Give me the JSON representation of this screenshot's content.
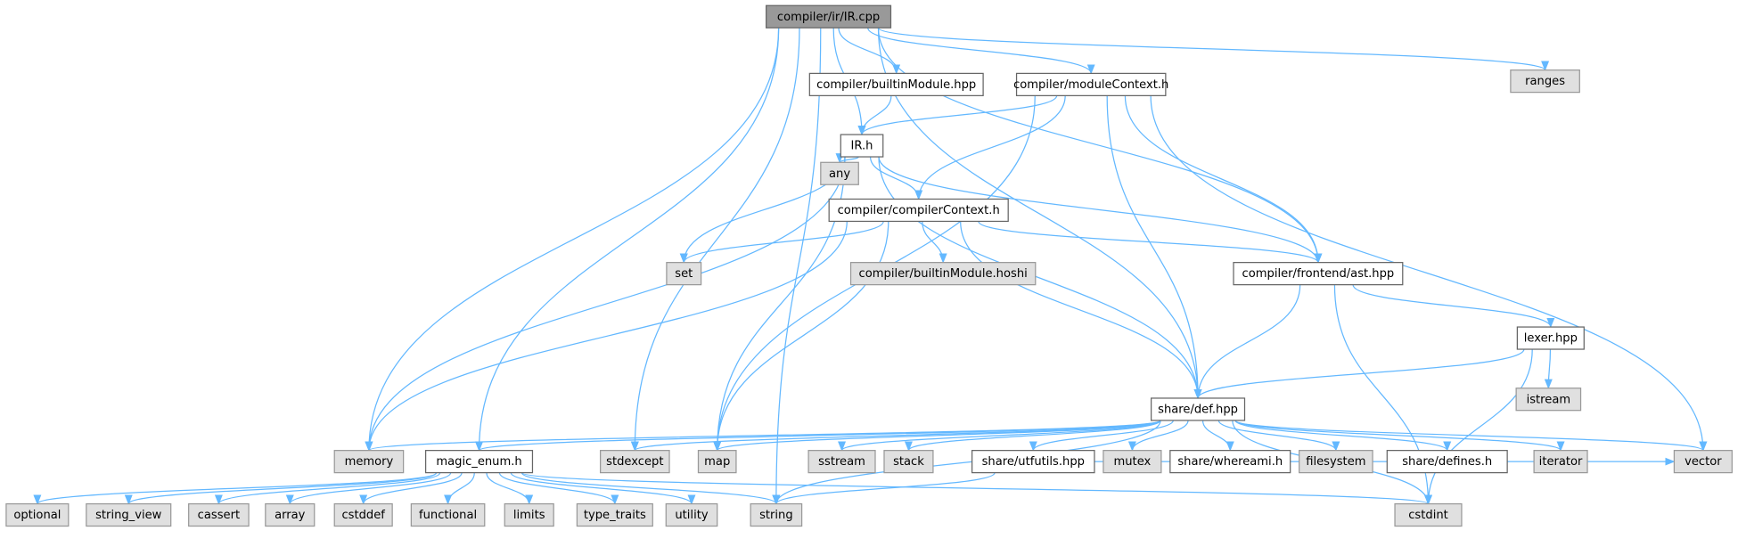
{
  "title": "compiler/ir/IR.cpp",
  "colors": {
    "edge": "#63b8ff",
    "root_fill": "#999999",
    "project_fill": "#ffffff",
    "system_fill": "#e0e0e0",
    "border": "#666666",
    "system_border": "#999999"
  },
  "nodes": [
    {
      "id": "root",
      "label": "compiler/ir/IR.cpp",
      "kind": "root"
    },
    {
      "id": "builtinModule",
      "label": "compiler/builtinModule.hpp",
      "kind": "project"
    },
    {
      "id": "moduleContext",
      "label": "compiler/moduleContext.h",
      "kind": "project"
    },
    {
      "id": "ranges",
      "label": "ranges",
      "kind": "system"
    },
    {
      "id": "irh",
      "label": "IR.h",
      "kind": "project"
    },
    {
      "id": "any",
      "label": "any",
      "kind": "system"
    },
    {
      "id": "compilerContext",
      "label": "compiler/compilerContext.h",
      "kind": "project"
    },
    {
      "id": "set",
      "label": "set",
      "kind": "system"
    },
    {
      "id": "hoshi",
      "label": "compiler/builtinModule.hoshi",
      "kind": "system"
    },
    {
      "id": "ast",
      "label": "compiler/frontend/ast.hpp",
      "kind": "project"
    },
    {
      "id": "lexer",
      "label": "lexer.hpp",
      "kind": "project"
    },
    {
      "id": "istream",
      "label": "istream",
      "kind": "system"
    },
    {
      "id": "def",
      "label": "share/def.hpp",
      "kind": "project"
    },
    {
      "id": "memory",
      "label": "memory",
      "kind": "system"
    },
    {
      "id": "magic",
      "label": "magic_enum.h",
      "kind": "project"
    },
    {
      "id": "stdexcept",
      "label": "stdexcept",
      "kind": "system"
    },
    {
      "id": "map",
      "label": "map",
      "kind": "system"
    },
    {
      "id": "sstream",
      "label": "sstream",
      "kind": "system"
    },
    {
      "id": "stack",
      "label": "stack",
      "kind": "system"
    },
    {
      "id": "utfutils",
      "label": "share/utfutils.hpp",
      "kind": "project"
    },
    {
      "id": "mutex",
      "label": "mutex",
      "kind": "system"
    },
    {
      "id": "whereami",
      "label": "share/whereami.h",
      "kind": "project"
    },
    {
      "id": "filesystem",
      "label": "filesystem",
      "kind": "system"
    },
    {
      "id": "defines",
      "label": "share/defines.h",
      "kind": "project"
    },
    {
      "id": "iterator",
      "label": "iterator",
      "kind": "system"
    },
    {
      "id": "vector",
      "label": "vector",
      "kind": "system"
    },
    {
      "id": "optional",
      "label": "optional",
      "kind": "system"
    },
    {
      "id": "string_view",
      "label": "string_view",
      "kind": "system"
    },
    {
      "id": "cassert",
      "label": "cassert",
      "kind": "system"
    },
    {
      "id": "array",
      "label": "array",
      "kind": "system"
    },
    {
      "id": "cstddef",
      "label": "cstddef",
      "kind": "system"
    },
    {
      "id": "functional",
      "label": "functional",
      "kind": "system"
    },
    {
      "id": "limits",
      "label": "limits",
      "kind": "system"
    },
    {
      "id": "type_traits",
      "label": "type_traits",
      "kind": "system"
    },
    {
      "id": "utility",
      "label": "utility",
      "kind": "system"
    },
    {
      "id": "string",
      "label": "string",
      "kind": "system"
    },
    {
      "id": "cstdint",
      "label": "cstdint",
      "kind": "system"
    }
  ],
  "edges": [
    [
      "root",
      "builtinModule"
    ],
    [
      "root",
      "moduleContext"
    ],
    [
      "root",
      "ranges"
    ],
    [
      "root",
      "irh"
    ],
    [
      "root",
      "memory"
    ],
    [
      "root",
      "magic"
    ],
    [
      "root",
      "string"
    ],
    [
      "root",
      "stdexcept"
    ],
    [
      "root",
      "ast"
    ],
    [
      "root",
      "def"
    ],
    [
      "builtinModule",
      "irh"
    ],
    [
      "moduleContext",
      "irh"
    ],
    [
      "moduleContext",
      "compilerContext"
    ],
    [
      "moduleContext",
      "ast"
    ],
    [
      "moduleContext",
      "def"
    ],
    [
      "moduleContext",
      "map"
    ],
    [
      "moduleContext",
      "vector"
    ],
    [
      "irh",
      "any"
    ],
    [
      "irh",
      "set"
    ],
    [
      "irh",
      "compilerContext"
    ],
    [
      "irh",
      "memory"
    ],
    [
      "irh",
      "map"
    ],
    [
      "irh",
      "ast"
    ],
    [
      "irh",
      "def"
    ],
    [
      "compilerContext",
      "set"
    ],
    [
      "compilerContext",
      "hoshi"
    ],
    [
      "compilerContext",
      "ast"
    ],
    [
      "compilerContext",
      "def"
    ],
    [
      "compilerContext",
      "memory"
    ],
    [
      "compilerContext",
      "map"
    ],
    [
      "ast",
      "lexer"
    ],
    [
      "ast",
      "def"
    ],
    [
      "ast",
      "cstdint"
    ],
    [
      "lexer",
      "def"
    ],
    [
      "lexer",
      "istream"
    ],
    [
      "lexer",
      "cstdint"
    ],
    [
      "def",
      "memory"
    ],
    [
      "def",
      "magic"
    ],
    [
      "def",
      "stdexcept"
    ],
    [
      "def",
      "map"
    ],
    [
      "def",
      "sstream"
    ],
    [
      "def",
      "stack"
    ],
    [
      "def",
      "utfutils"
    ],
    [
      "def",
      "mutex"
    ],
    [
      "def",
      "whereami"
    ],
    [
      "def",
      "filesystem"
    ],
    [
      "def",
      "defines"
    ],
    [
      "def",
      "iterator"
    ],
    [
      "def",
      "vector"
    ],
    [
      "def",
      "cstdint"
    ],
    [
      "def",
      "string"
    ],
    [
      "magic",
      "optional"
    ],
    [
      "magic",
      "string_view"
    ],
    [
      "magic",
      "cassert"
    ],
    [
      "magic",
      "array"
    ],
    [
      "magic",
      "cstddef"
    ],
    [
      "magic",
      "functional"
    ],
    [
      "magic",
      "limits"
    ],
    [
      "magic",
      "type_traits"
    ],
    [
      "magic",
      "utility"
    ],
    [
      "magic",
      "string"
    ],
    [
      "magic",
      "cstdint"
    ],
    [
      "utfutils",
      "string"
    ],
    [
      "utfutils",
      "vector"
    ]
  ]
}
